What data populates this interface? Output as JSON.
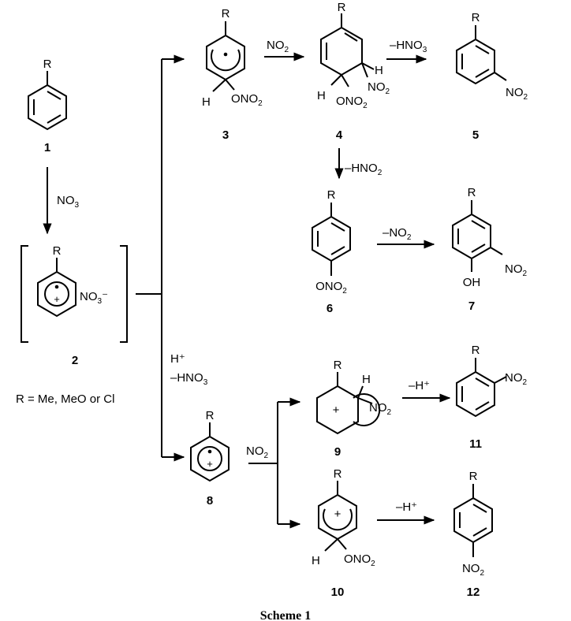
{
  "scheme": {
    "caption": "Scheme 1",
    "r_definition": "R = Me, MeO or Cl",
    "compounds": {
      "c1": {
        "number": "1",
        "sub": "R"
      },
      "c2": {
        "number": "2",
        "sub": "R",
        "counter": "NO3⁻"
      },
      "c3": {
        "number": "3",
        "sub": "R",
        "h": "H",
        "group": "ONO2"
      },
      "c4": {
        "number": "4",
        "sub": "R",
        "h1": "H",
        "h2": "H",
        "group1": "NO2",
        "group2": "ONO2"
      },
      "c5": {
        "number": "5",
        "sub": "R",
        "group": "NO2"
      },
      "c6": {
        "number": "6",
        "sub": "R",
        "group": "ONO2"
      },
      "c7": {
        "number": "7",
        "sub": "R",
        "group1": "NO2",
        "group2": "OH"
      },
      "c8": {
        "number": "8",
        "sub": "R"
      },
      "c9": {
        "number": "9",
        "sub": "R",
        "h": "H",
        "group": "NO2"
      },
      "c10": {
        "number": "10",
        "sub": "R",
        "h": "H",
        "group": "ONO2"
      },
      "c11": {
        "number": "11",
        "sub": "R",
        "group": "NO2"
      },
      "c12": {
        "number": "12",
        "sub": "R",
        "group": "NO2"
      }
    },
    "arrows": {
      "a1_2": "NO3",
      "a3_4": "NO2",
      "a4_5": "–HNO3",
      "a4_6": "–HNO2",
      "a6_7": "–NO2",
      "a2_8_top": "H⁺",
      "a2_8_bottom": "–HNO3",
      "a8_split": "NO2",
      "a9_11": "–H⁺",
      "a10_12": "–H⁺"
    }
  }
}
